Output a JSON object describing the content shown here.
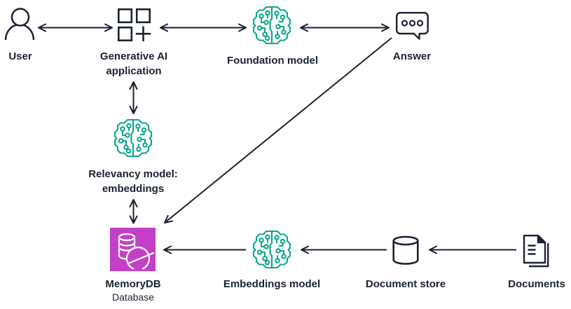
{
  "diagram": {
    "nodes": [
      {
        "id": "user",
        "label": "User",
        "icon": "user-icon"
      },
      {
        "id": "generative-ai-application",
        "label": "Generative AI application",
        "icon": "app-squares-plus-icon"
      },
      {
        "id": "foundation-model",
        "label": "Foundation model",
        "icon": "ml-model-brain-icon"
      },
      {
        "id": "answer",
        "label": "Answer",
        "icon": "chat-bubble-icon"
      },
      {
        "id": "relevancy-model",
        "label": "Relevancy model: embeddings",
        "icon": "ml-model-brain-icon"
      },
      {
        "id": "memorydb",
        "label": "MemoryDB",
        "sublabel": "Database",
        "icon": "memorydb-database-icon"
      },
      {
        "id": "embeddings-model",
        "label": "Embeddings model",
        "icon": "ml-model-brain-icon"
      },
      {
        "id": "document-store",
        "label": "Document store",
        "icon": "database-cylinder-icon"
      },
      {
        "id": "documents",
        "label": "Documents",
        "icon": "documents-icon"
      }
    ],
    "edges": [
      {
        "from": "user",
        "to": "generative-ai-application",
        "arrows": "both"
      },
      {
        "from": "generative-ai-application",
        "to": "foundation-model",
        "arrows": "both"
      },
      {
        "from": "foundation-model",
        "to": "answer",
        "arrows": "both"
      },
      {
        "from": "generative-ai-application",
        "to": "relevancy-model",
        "arrows": "both"
      },
      {
        "from": "relevancy-model",
        "to": "memorydb",
        "arrows": "both"
      },
      {
        "from": "answer",
        "to": "memorydb",
        "arrows": "to"
      },
      {
        "from": "embeddings-model",
        "to": "memorydb",
        "arrows": "to"
      },
      {
        "from": "document-store",
        "to": "embeddings-model",
        "arrows": "to"
      },
      {
        "from": "documents",
        "to": "document-store",
        "arrows": "to"
      }
    ],
    "colors": {
      "ink": "#1B2230",
      "model_teal": "#0AA78C",
      "memorydb_purple": "#C33FC7",
      "background": "#FFFFFF"
    }
  }
}
